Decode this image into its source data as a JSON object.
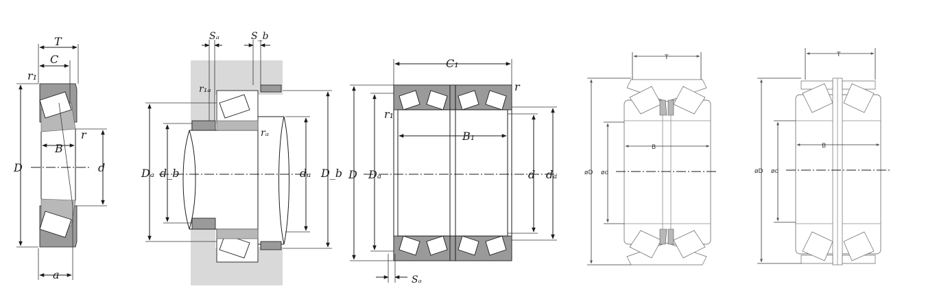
{
  "figures": [
    {
      "id": "single-row",
      "labels": {
        "T": "T",
        "C": "C",
        "r1": "r₁",
        "r": "r",
        "B": "B",
        "D": "D",
        "d": "d",
        "a": "a"
      }
    },
    {
      "id": "mounting-dimensions",
      "labels": {
        "Sa": "Sₐ",
        "Sb": "S_b",
        "r1a": "r₁ₐ",
        "ra": "rₐ",
        "Da": "Dₐ",
        "db": "d_b",
        "da": "dₐ",
        "Db": "D_b"
      }
    },
    {
      "id": "four-row",
      "labels": {
        "C1": "C₁",
        "r": "r",
        "r1": "r₁",
        "B1": "B₁",
        "D": "D",
        "Da": "Dₐ",
        "d": "d",
        "da": "dₐ",
        "Sa": "Sₐ"
      }
    },
    {
      "id": "double-row-a",
      "labels": {
        "T": "T",
        "B": "B",
        "phiD": "øD",
        "phid": "ød"
      }
    },
    {
      "id": "double-row-b",
      "labels": {
        "T": "T",
        "B": "B",
        "phiD": "øD",
        "phid": "ød"
      }
    }
  ]
}
